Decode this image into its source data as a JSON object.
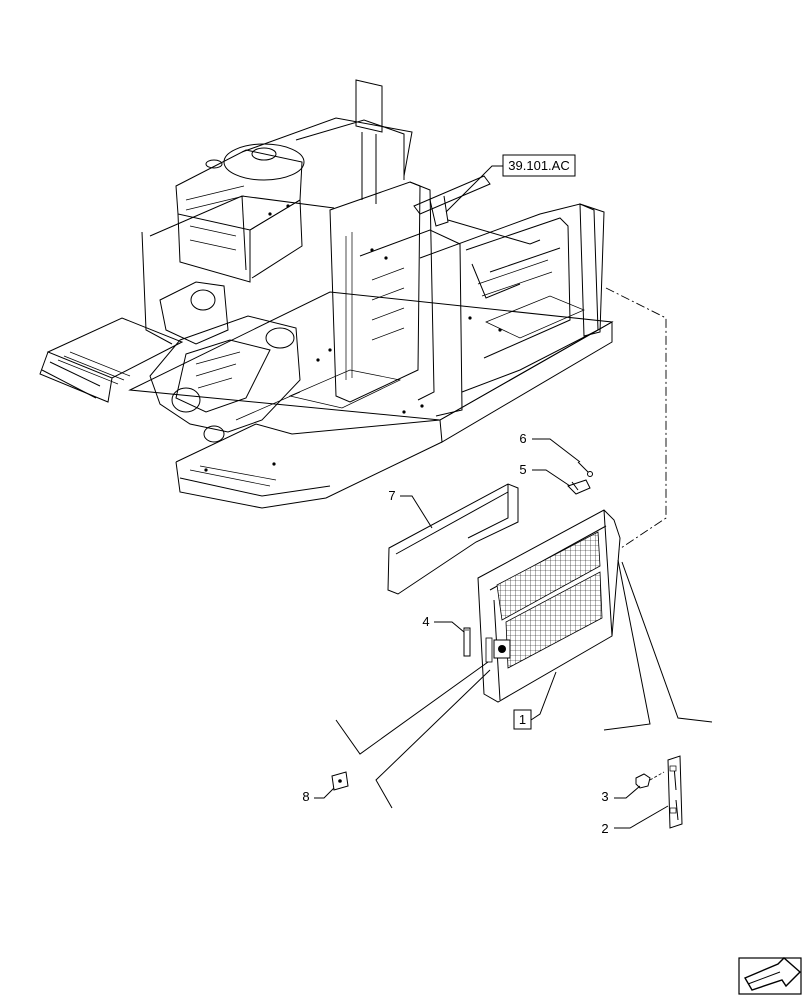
{
  "diagram": {
    "reference_label": "39.101.AC",
    "callouts": {
      "c1": "1",
      "c2": "2",
      "c3": "3",
      "c4": "4",
      "c5": "5",
      "c6": "6",
      "c7": "7",
      "c8": "8"
    },
    "nav_icon": "arrow-next-icon"
  }
}
